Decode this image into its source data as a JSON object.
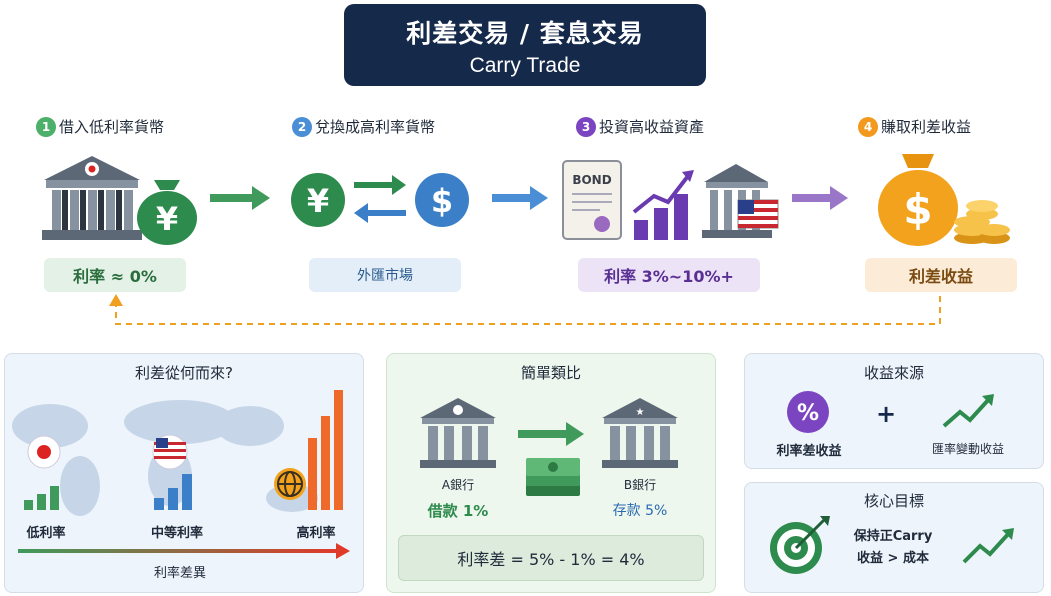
{
  "title": {
    "main": "利差交易 / 套息交易",
    "sub": "Carry Trade"
  },
  "steps": [
    {
      "num": "1",
      "label": "借入低利率貨幣",
      "tag": "利率 ≈ 0%"
    },
    {
      "num": "2",
      "label": "兌換成高利率貨幣",
      "tag": "外匯市場"
    },
    {
      "num": "3",
      "label": "投資高收益資產",
      "tag": "利率 3%~10%+"
    },
    {
      "num": "4",
      "label": "賺取利差收益",
      "tag": "利差收益"
    }
  ],
  "icons": {
    "yen_symbol": "¥",
    "dollar_symbol": "$",
    "bond_label": "BOND",
    "percent_symbol": "%",
    "plus_symbol": "+"
  },
  "colors": {
    "navy": "#15294a",
    "green": "#2e8b4e",
    "blue": "#3a7fc8",
    "purple": "#6a3ab0",
    "orange": "#f0a020"
  },
  "rate_origin": {
    "title": "利差從何而來?",
    "low": "低利率",
    "mid": "中等利率",
    "high": "高利率",
    "axis": "利率差異"
  },
  "analogy": {
    "title": "簡單類比",
    "bank_a": "A銀行",
    "bank_a_action": "借款 1%",
    "bank_b": "B銀行",
    "bank_b_action": "存款 5%",
    "formula": "利率差 = 5% - 1% = 4%"
  },
  "sources": {
    "title": "收益來源",
    "interest": "利率差收益",
    "fx": "匯率變動收益"
  },
  "goal": {
    "title": "核心目標",
    "line1": "保持正Carry",
    "line2": "收益 > 成本"
  }
}
